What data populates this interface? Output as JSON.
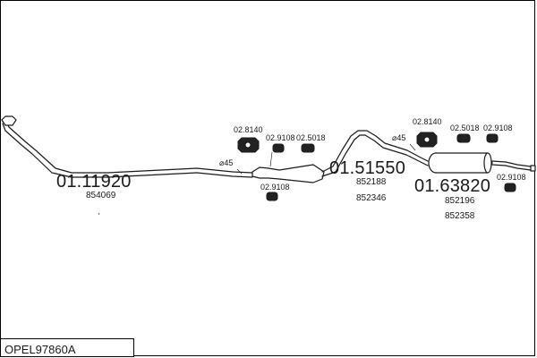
{
  "diagram": {
    "model_code": "OPEL97860A",
    "sections": [
      {
        "part_number": "01.11920",
        "oe_numbers": [
          "854069"
        ]
      },
      {
        "part_number": "01.51550",
        "oe_numbers": [
          "852188",
          "852346"
        ]
      },
      {
        "part_number": "01.63820",
        "oe_numbers": [
          "852196",
          "852358"
        ]
      }
    ],
    "hardware": {
      "h1": "02.8140",
      "h2": "02.9108",
      "h3": "02.5018",
      "h4": "02.9108",
      "h5": "02.8140",
      "h6": "02.5018",
      "h7": "02.9108",
      "h8": "02.9108"
    },
    "diameters": {
      "d1": "⌀45",
      "d2": "⌀45"
    },
    "colors": {
      "line": "#1a1a1a",
      "part_fill": "#ffffff",
      "rubber_fill": "#222222"
    }
  }
}
